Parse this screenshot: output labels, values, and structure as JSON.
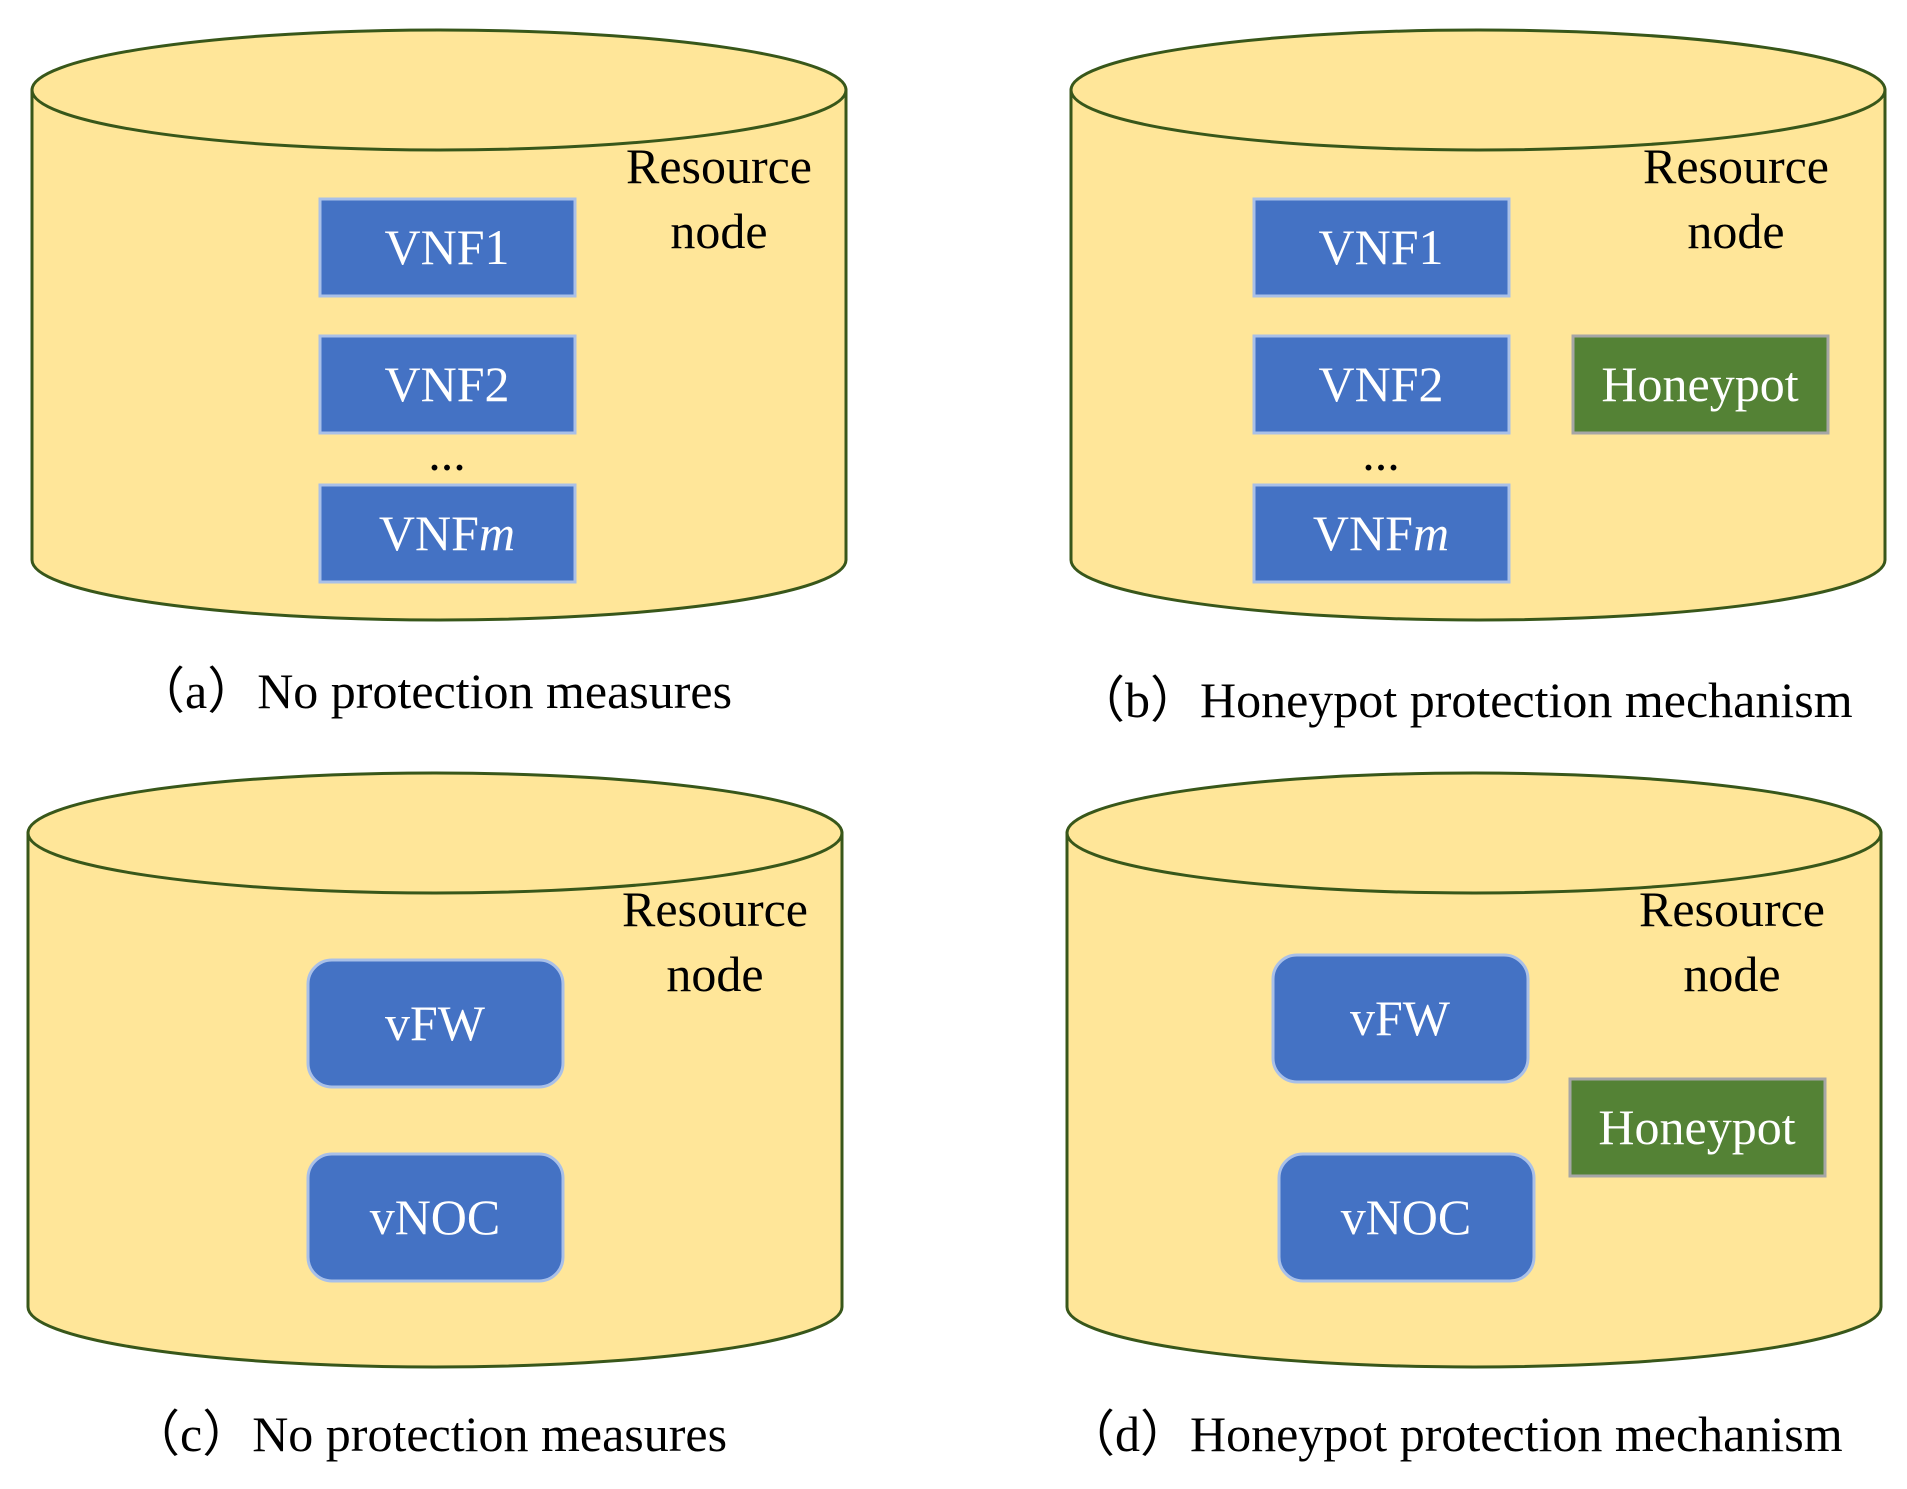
{
  "colors": {
    "cylinder_fill": "#FFE699",
    "cylinder_stroke": "#38571A",
    "vnf_box": "#4472C4",
    "honeypot_box": "#548235",
    "box_border": "#A9C0E8",
    "honeypot_border": "#A6A6A6"
  },
  "panels": [
    {
      "caption": "（a）No protection measures",
      "node_label_line1": "Resource",
      "node_label_line2": "node",
      "vnf1": "VNF1",
      "vnf2": "VNF2",
      "ellipsis": "...",
      "vnfm_prefix": "VNF",
      "vnfm_suffix": "m"
    },
    {
      "caption": "（b）Honeypot protection mechanism",
      "node_label_line1": "Resource",
      "node_label_line2": "node",
      "vnf1": "VNF1",
      "vnf2": "VNF2",
      "ellipsis": "...",
      "vnfm_prefix": "VNF",
      "vnfm_suffix": "m",
      "honeypot": "Honeypot"
    },
    {
      "caption": "（c）No protection measures",
      "node_label_line1": "Resource",
      "node_label_line2": "node",
      "vfw": "vFW",
      "vnoc": "vNOC"
    },
    {
      "caption": "（d）Honeypot protection mechanism",
      "node_label_line1": "Resource",
      "node_label_line2": "node",
      "vfw": "vFW",
      "vnoc": "vNOC",
      "honeypot": "Honeypot"
    }
  ]
}
